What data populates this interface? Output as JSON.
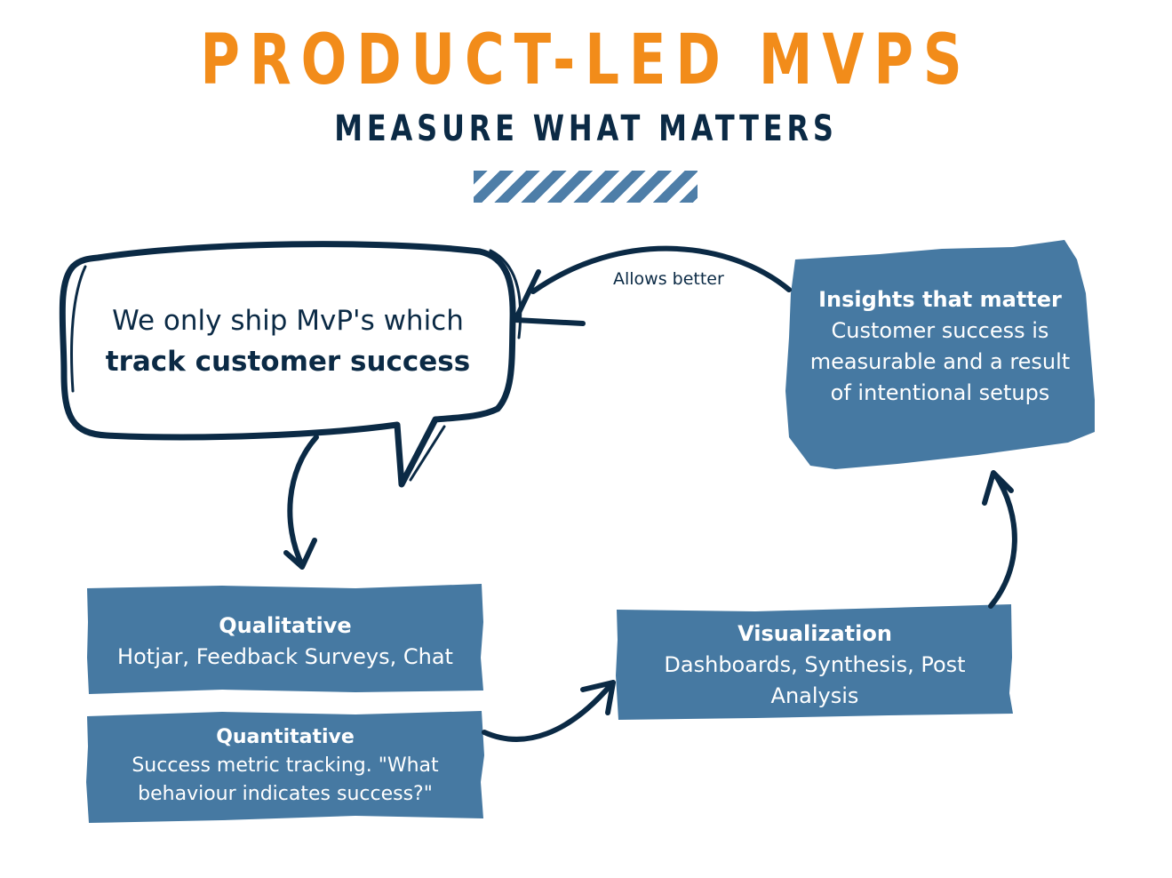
{
  "header": {
    "title": "PRODUCT-LED MVPS",
    "subtitle": "MEASURE WHAT MATTERS"
  },
  "colors": {
    "accent": "#F28C1A",
    "navy": "#0B2A45",
    "box": "#4679A2"
  },
  "bubble": {
    "line1": "We only ship MvP's which",
    "line2": "track customer success"
  },
  "arrow_label": "Allows better",
  "insights": {
    "title": "Insights that matter",
    "body": "Customer success is measurable and a result of intentional setups"
  },
  "qualitative": {
    "title": "Qualitative",
    "body": "Hotjar, Feedback Surveys, Chat"
  },
  "quantitative": {
    "title": "Quantitative",
    "body": "Success metric tracking. \"What behaviour indicates success?\""
  },
  "visualization": {
    "title": "Visualization",
    "body": "Dashboards, Synthesis, Post Analysis"
  }
}
